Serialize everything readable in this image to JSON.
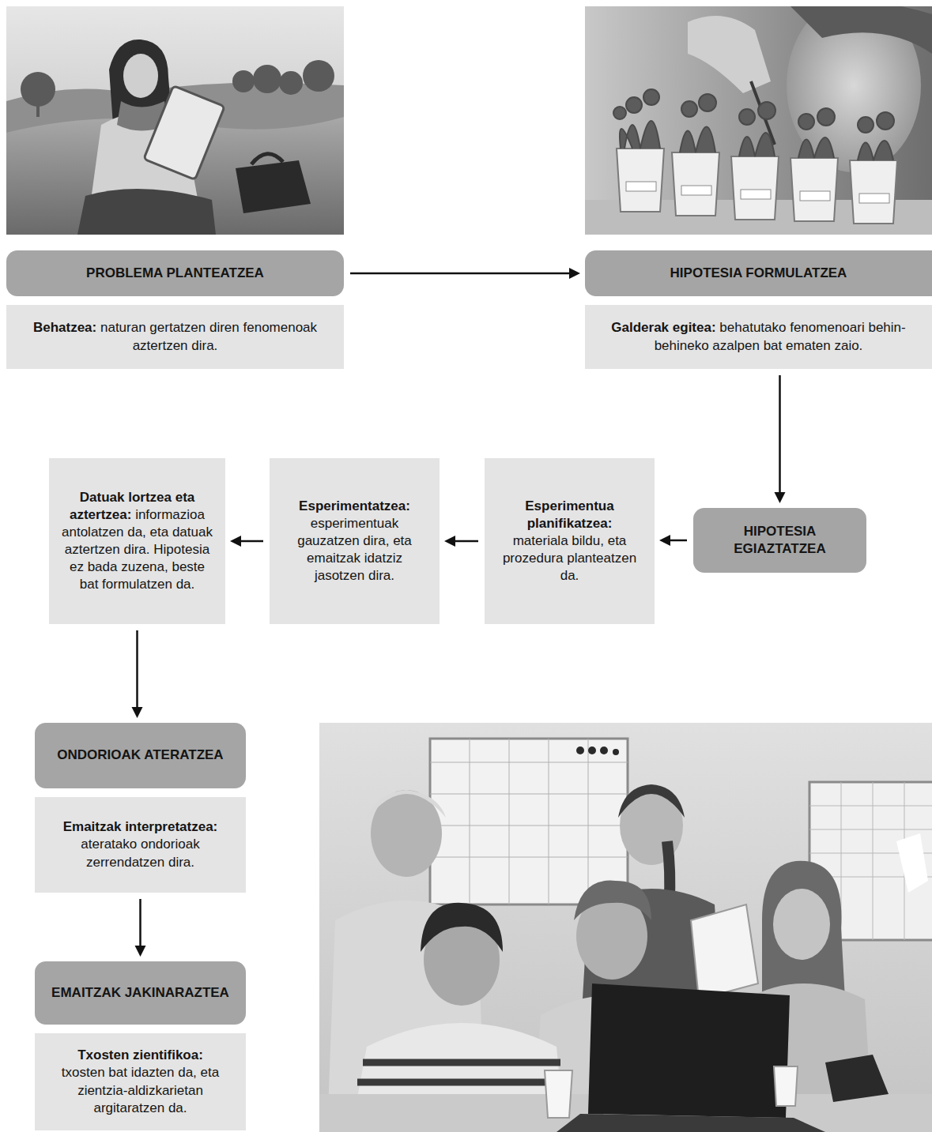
{
  "diagram": {
    "nodes": [
      {
        "text": [
          "PROBLEMA PLANTEATZEA"
        ]
      },
      {
        "text": [
          "Behatzea:",
          "naturan gertatzen diren fenomenoak aztertzen dira."
        ]
      },
      {
        "text": [
          "HIPOTESIA FORMULATZEA"
        ]
      },
      {
        "text": [
          "Galderak egitea:",
          "behatutako fenomenoari behin-behineko azalpen bat ematen zaio."
        ]
      },
      {
        "text": [
          "HIPOTESIA EGIAZTATZEA"
        ]
      },
      {
        "text": [
          "Esperimentua planifikatzea:",
          "materiala bildu, eta prozedura planteatzen da."
        ]
      },
      {
        "text": [
          "Esperimentatzea:",
          "esperimentuak gauzatzen dira, eta emaitzak idatziz jasotzen dira."
        ]
      },
      {
        "text": [
          "Datuak lortzea eta aztertzea:",
          "informazioa antolatzen da, eta datuak aztertzen dira. Hipotesia ez bada zuzena, beste bat formulatzen da."
        ]
      },
      {
        "text": [
          "ONDORIOAK ATERATZEA"
        ]
      },
      {
        "text": [
          "Emaitzak interpretatzea:",
          "ateratako ondorioak zerrendatzen dira."
        ]
      },
      {
        "text": [
          "EMAITZAK JAKINARAZTEA"
        ]
      },
      {
        "text": [
          "Txosten zientifikoa:",
          "txosten bat idazten da, eta zientzia-aldizkarietan argitaratzen da."
        ]
      }
    ],
    "edges": [
      {
        "from": 0,
        "to": 2,
        "arrow": "to"
      },
      {
        "from": 3,
        "to": 4,
        "arrow": "to"
      },
      {
        "from": 4,
        "to": 5,
        "arrow": "to"
      },
      {
        "from": 5,
        "to": 6,
        "arrow": "to"
      },
      {
        "from": 6,
        "to": 7,
        "arrow": "to"
      },
      {
        "from": 7,
        "to": 8,
        "arrow": "to"
      },
      {
        "from": 9,
        "to": 10,
        "arrow": "to"
      }
    ]
  }
}
